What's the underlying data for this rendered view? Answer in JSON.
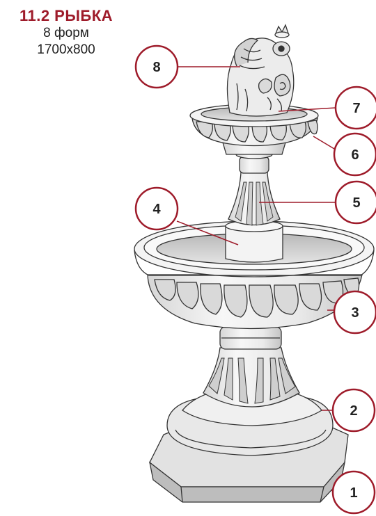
{
  "header": {
    "code": "11.2 РЫБКА",
    "forms": "8 форм",
    "size": "1700x800"
  },
  "callouts": [
    "1",
    "2",
    "3",
    "4",
    "5",
    "6",
    "7",
    "8"
  ],
  "colors": {
    "accent": "#9e1b2a",
    "line": "#333333",
    "stone": "#f2f2f2",
    "shade": "#cfcfcf"
  }
}
